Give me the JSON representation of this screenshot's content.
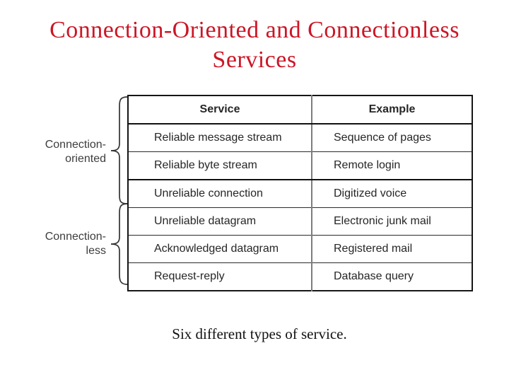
{
  "slide": {
    "title": {
      "line1": "Connection-Oriented and Connectionless",
      "line2": "Services"
    },
    "caption": "Six different types of service."
  },
  "figure": {
    "group_labels": [
      {
        "line1": "Connection-",
        "line2": "oriented"
      },
      {
        "line1": "Connection-",
        "line2": "less"
      }
    ],
    "table": {
      "headers": [
        "Service",
        "Example"
      ],
      "rows": [
        [
          "Reliable message stream",
          "Sequence of pages"
        ],
        [
          "Reliable byte stream",
          "Remote login"
        ],
        [
          "Unreliable connection",
          "Digitized voice"
        ],
        [
          "Unreliable datagram",
          "Electronic junk mail"
        ],
        [
          "Acknowledged datagram",
          "Registered mail"
        ],
        [
          "Request-reply",
          "Database query"
        ]
      ]
    }
  },
  "colors": {
    "title_red": "#cc1626",
    "table_line": "#161616",
    "column_divider_gray": "#7d7d7d",
    "label_gray": "#3d3d3d"
  }
}
